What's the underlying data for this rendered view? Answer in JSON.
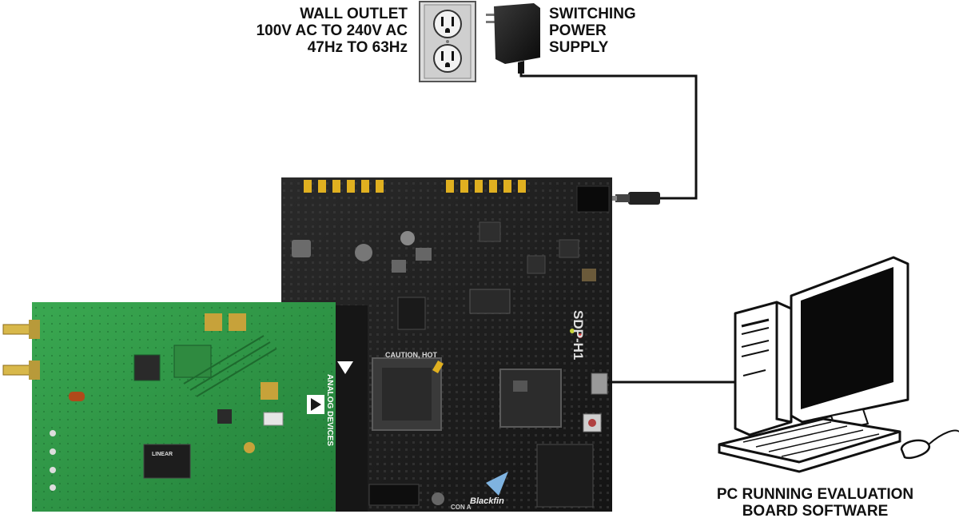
{
  "wall_outlet": {
    "lines": [
      "WALL OUTLET",
      "100V AC TO 240V AC",
      "47Hz TO 63Hz"
    ]
  },
  "power_supply": {
    "lines": [
      "SWITCHING",
      "POWER",
      "SUPPLY"
    ]
  },
  "pc": {
    "lines": [
      "PC RUNNING EVALUATION",
      "BOARD SOFTWARE"
    ]
  },
  "sdp_board": {
    "model": "SDP-H1",
    "caution": "CAUTION, HOT",
    "connector": "CON A",
    "processor_brand": "Blackfin"
  },
  "eval_board": {
    "brand_logo": "ANALOG DEVICES",
    "chip_logo": "LINEAR"
  },
  "colors": {
    "sdp_board": "#1c1c1c",
    "eval_board": "#2e9a45",
    "gold": "#e0b020",
    "cable": "#111111"
  }
}
